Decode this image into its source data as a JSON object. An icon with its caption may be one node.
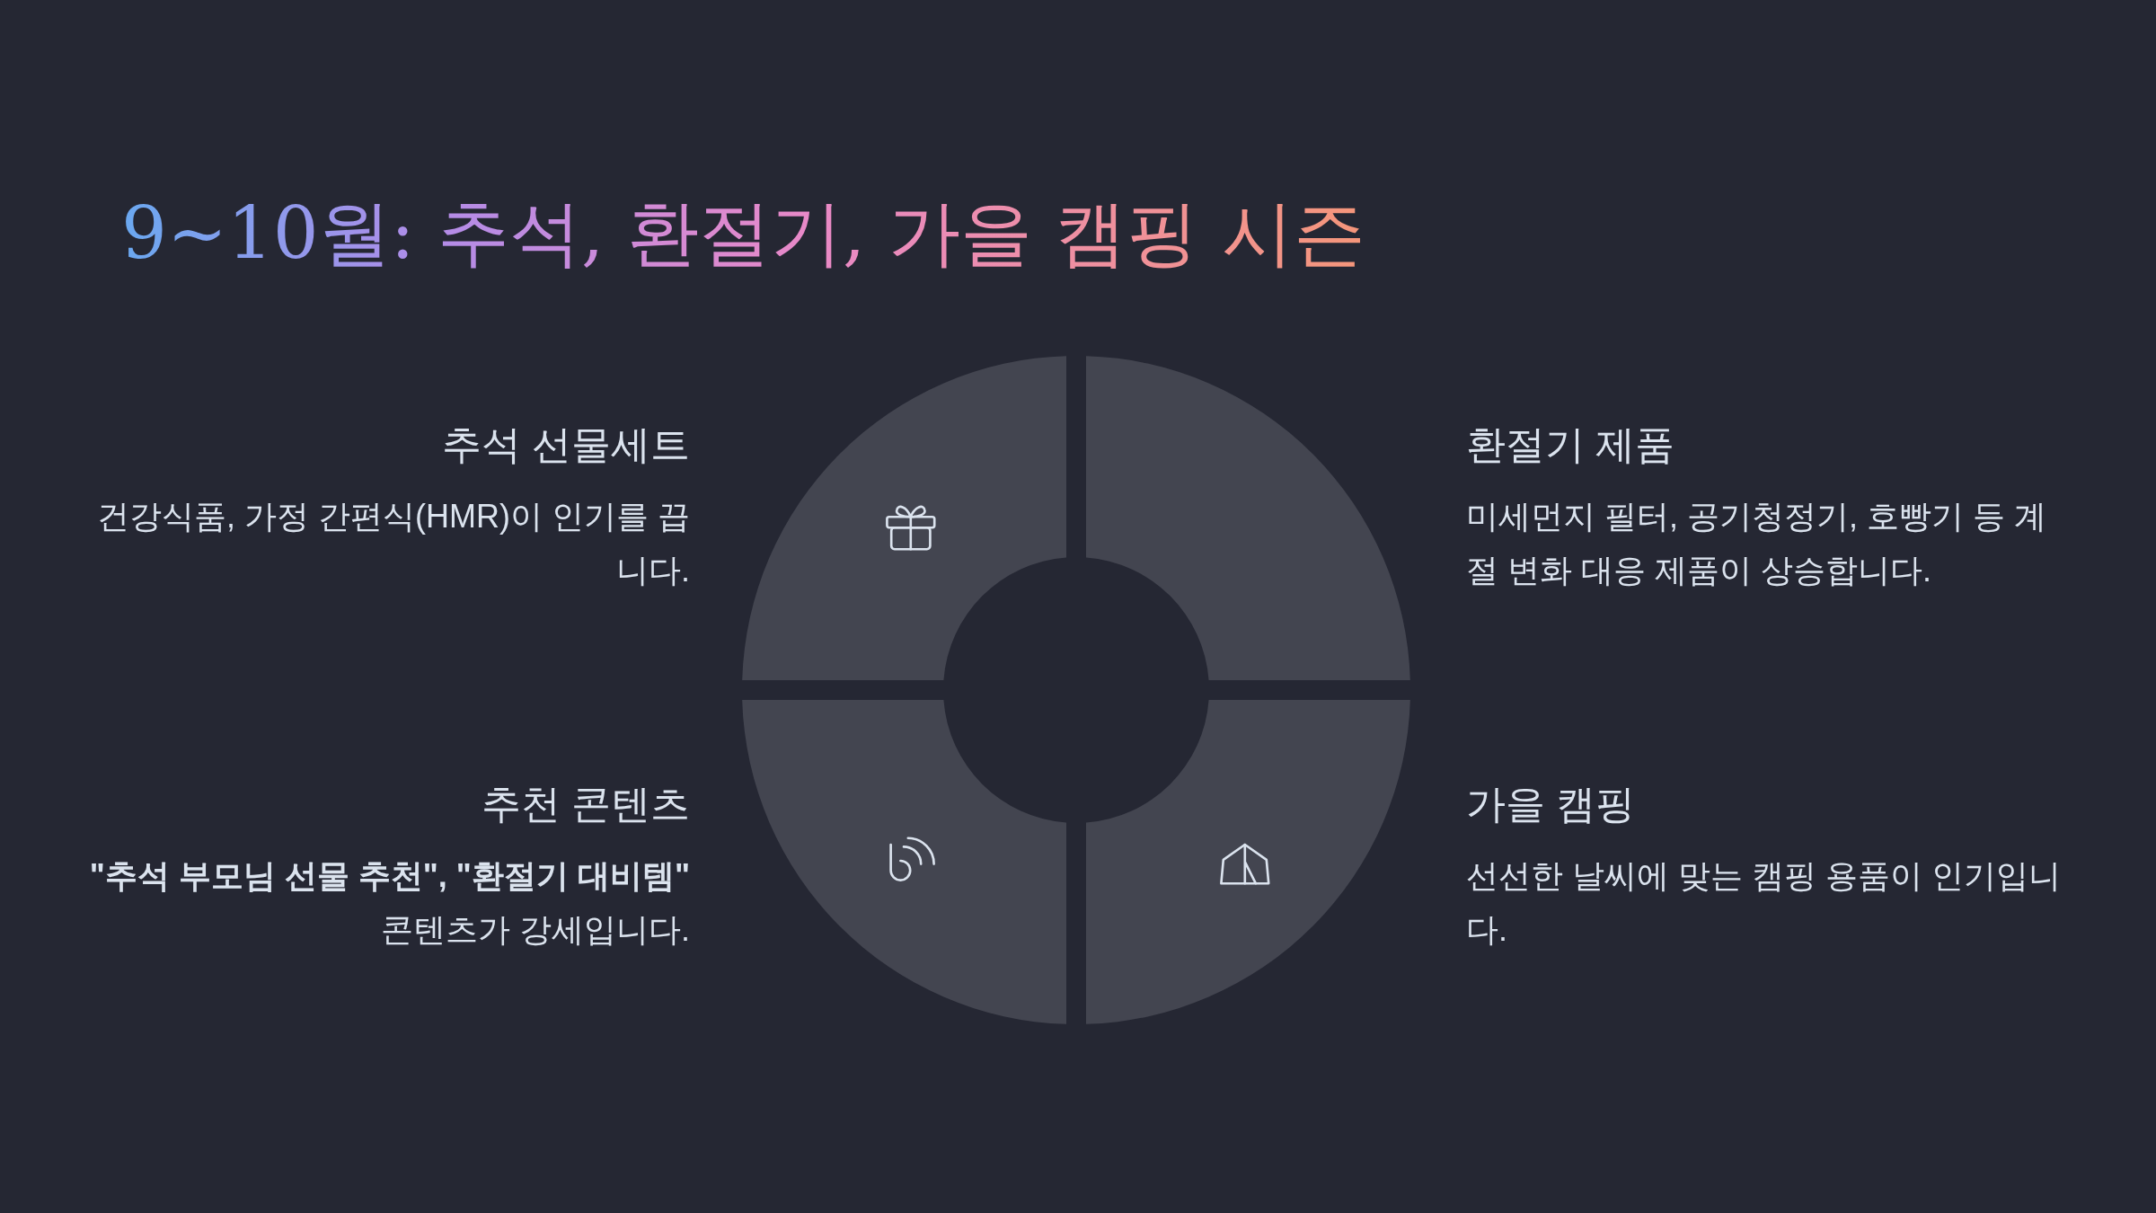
{
  "diagram": {
    "title": "9~10월: 추석, 환절기, 가을 캠핑 시즌",
    "labels": [
      "추석 선물세트",
      "건강식품, 가정 간편식(HMR)이 인기를 끕니다.",
      "환절기 제품",
      "미세먼지 필터, 공기청정기, 호빵기 등 계절 변화 대응 제품이 상승합니다.",
      "추천 콘텐츠",
      "**\"추석 부모님 선물 추천\", \"환절기 대비템\"** 콘텐츠가 강세입니다.",
      "가을 캠핑",
      "선선한 날씨에 맞는 캠핑 용품이 인기입니다."
    ]
  }
}
